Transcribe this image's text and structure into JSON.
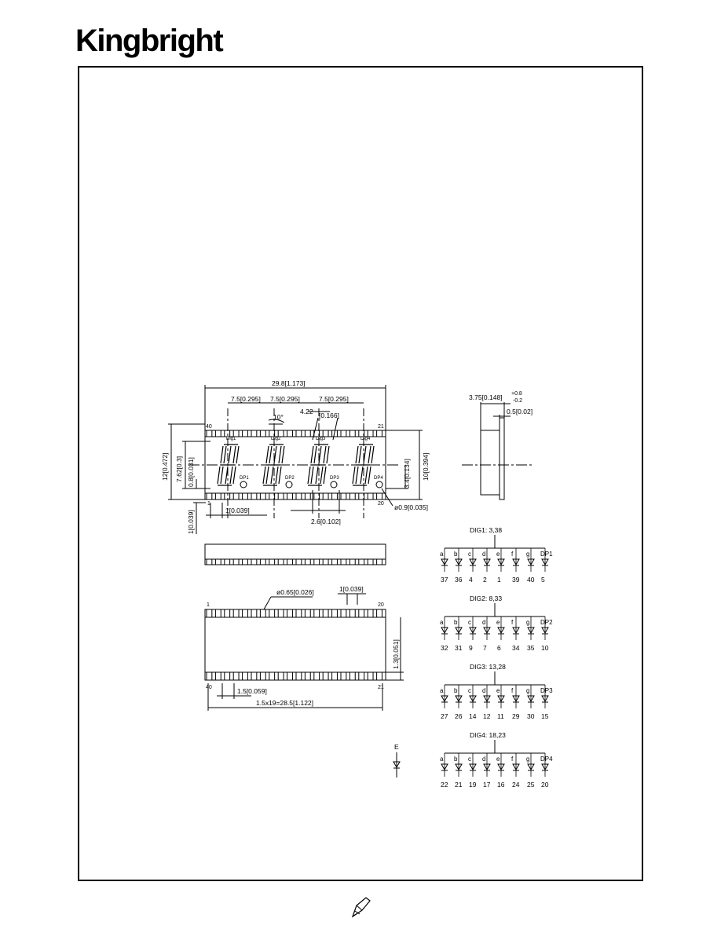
{
  "brand": {
    "logo_text": "Kingbright"
  },
  "front_view": {
    "overall_width": "29.8[1.173]",
    "digit_pitch_1": "7.5[0.295]",
    "digit_pitch_2": "7.5[0.295]",
    "digit_pitch_3": "7.5[0.295]",
    "slant_angle": "10°",
    "segment_offset_value": "4.22",
    "segment_offset_inch": "[0.166]",
    "height_total": "12[0.472]",
    "digit_height": "7.62[0.3]",
    "dp_offset": "0.8[0.031]",
    "dp_height": "3.4[0.134]",
    "body_height": "10[0.394]",
    "pin_offset": "1[0.039]",
    "pin_vertical": "1[0.039]",
    "dp_spacing": "2.6[0.102]",
    "dp_diameter": "ø0.9[0.035]",
    "pin_40": "40",
    "pin_21": "21",
    "pin_1": "1",
    "pin_20": "20",
    "digit_labels": [
      "Dig1",
      "Dig2",
      "Dig3",
      "Dig4"
    ],
    "dp_labels": [
      "DP1",
      "DP2",
      "DP3",
      "DP4"
    ]
  },
  "side_view": {
    "depth": "3.75[0.148]",
    "tol_plus": "+0.8",
    "tol_minus": "-0.2",
    "face_thickness": "0.5[0.02]"
  },
  "bottom_view": {
    "pin_diameter": "ø0.65[0.026]",
    "pin_width": "1[0.039]",
    "row_spacing": "1.3[0.051]",
    "pin_pitch": "1.5[0.059]",
    "pin_span": "1.5x19=28.5[1.122]",
    "pin_1": "1",
    "pin_20": "20",
    "pin_40": "40",
    "pin_21": "21"
  },
  "schematic": {
    "segment_labels": [
      "a",
      "b",
      "c",
      "d",
      "e",
      "f",
      "g"
    ],
    "legend_label": "E",
    "digits": [
      {
        "title": "DIG1: 3,38",
        "dp": "DP1",
        "pins": [
          "37",
          "36",
          "4",
          "2",
          "1",
          "39",
          "40",
          "5"
        ]
      },
      {
        "title": "DIG2: 8,33",
        "dp": "DP2",
        "pins": [
          "32",
          "31",
          "9",
          "7",
          "6",
          "34",
          "35",
          "10"
        ]
      },
      {
        "title": "DIG3: 13,28",
        "dp": "DP3",
        "pins": [
          "27",
          "26",
          "14",
          "12",
          "11",
          "29",
          "30",
          "15"
        ]
      },
      {
        "title": "DIG4: 18,23",
        "dp": "DP4",
        "pins": [
          "22",
          "21",
          "19",
          "17",
          "16",
          "24",
          "25",
          "20"
        ]
      }
    ]
  }
}
